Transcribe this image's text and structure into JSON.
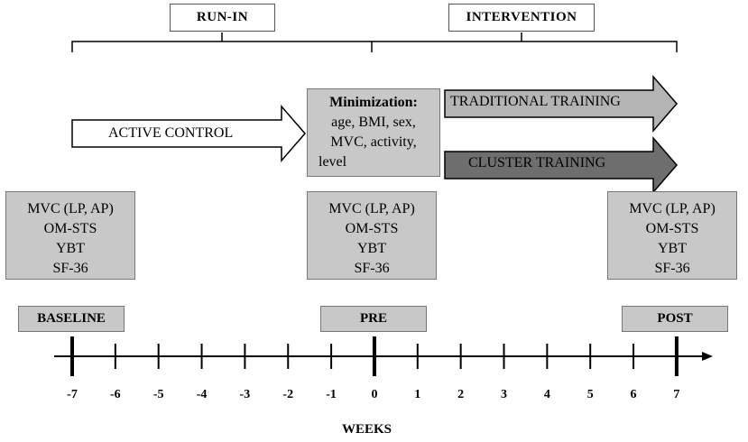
{
  "phases": {
    "run_in": "RUN-IN",
    "intervention": "INTERVENTION"
  },
  "arrows": {
    "active_control": "ACTIVE CONTROL",
    "traditional_training": "TRADITIONAL TRAINING",
    "cluster_training": "CLUSTER TRAINING"
  },
  "minimization": {
    "title": "Minimization:",
    "lines": [
      "age, BMI, sex,",
      "MVC, activity,",
      "level"
    ]
  },
  "measures": {
    "baseline": [
      "MVC (LP, AP)",
      "OM-STS",
      "YBT",
      "SF-36"
    ],
    "pre": [
      "MVC (LP, AP)",
      "OM-STS",
      "YBT",
      "SF-36"
    ],
    "post": [
      "MVC (LP, AP)",
      "OM-STS",
      "YBT",
      "SF-36"
    ]
  },
  "timepoints": {
    "baseline": "BASELINE",
    "pre": "PRE",
    "post": "POST"
  },
  "timeline": {
    "ticks": [
      "-7",
      "-6",
      "-5",
      "-4",
      "-3",
      "-2",
      "-1",
      "0",
      "1",
      "2",
      "3",
      "4",
      "5",
      "6",
      "7"
    ],
    "axis_label": "WEEKS"
  },
  "colors": {
    "box_fill": "#c8c8c8",
    "traditional_fill": "#b4b4b4",
    "cluster_fill": "#6e6e6e"
  }
}
